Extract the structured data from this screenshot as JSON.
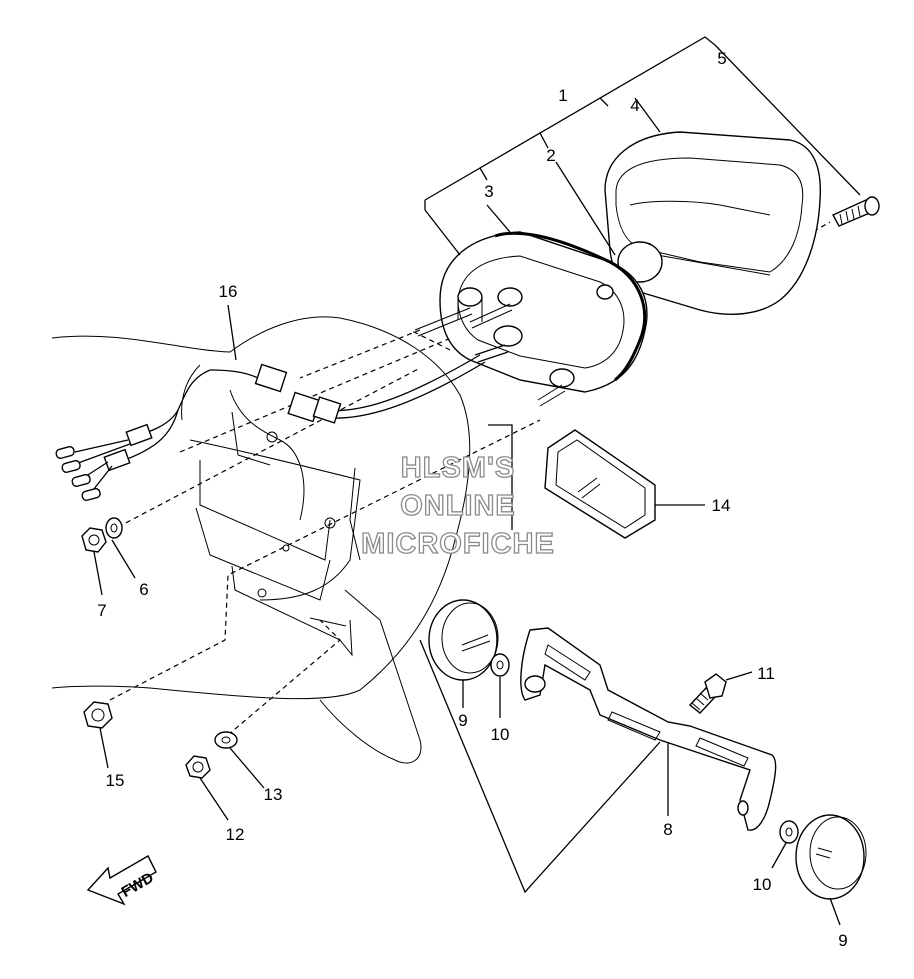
{
  "watermark": {
    "line1": "HLSM'S",
    "line2": "ONLINE",
    "line3": "MICROFICHE"
  },
  "direction_label": "FWD",
  "callouts": [
    {
      "id": "c1",
      "label": "1"
    },
    {
      "id": "c2",
      "label": "2"
    },
    {
      "id": "c3",
      "label": "3"
    },
    {
      "id": "c4",
      "label": "4"
    },
    {
      "id": "c5",
      "label": "5"
    },
    {
      "id": "c6",
      "label": "6"
    },
    {
      "id": "c7",
      "label": "7"
    },
    {
      "id": "c8",
      "label": "8"
    },
    {
      "id": "c9a",
      "label": "9"
    },
    {
      "id": "c9b",
      "label": "9"
    },
    {
      "id": "c10a",
      "label": "10"
    },
    {
      "id": "c10b",
      "label": "10"
    },
    {
      "id": "c11",
      "label": "11"
    },
    {
      "id": "c12",
      "label": "12"
    },
    {
      "id": "c13",
      "label": "13"
    },
    {
      "id": "c14",
      "label": "14"
    },
    {
      "id": "c15",
      "label": "15"
    },
    {
      "id": "c16",
      "label": "16"
    }
  ]
}
